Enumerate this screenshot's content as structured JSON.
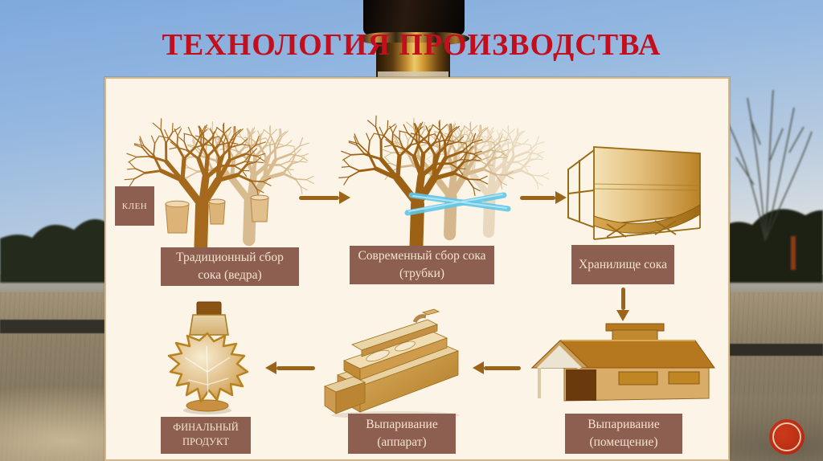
{
  "title": "ТЕХНОЛОГИЯ ПРОИЗВОДСТВА",
  "maple_tag": "КЛЕН",
  "flow": {
    "steps": [
      {
        "label": "Традиционный сбор сока (ведра)"
      },
      {
        "label": "Современный сбор сока (трубки)"
      },
      {
        "label": "Хранилище сока"
      },
      {
        "label": "Выпаривание (помещение)"
      },
      {
        "label": "Выпаривание (аппарат)"
      },
      {
        "label": "ФИНАЛЬНЫЙ ПРОДУКТ"
      }
    ]
  },
  "illustrations": [
    "trees-with-buckets",
    "trees-with-tubing",
    "sap-storage-tank",
    "sugarhouse-building",
    "evaporator-apparatus",
    "maple-leaf-bottle"
  ],
  "colors": {
    "title_red": "#c30f1d",
    "panel_bg": "#fcf4e6",
    "panel_border": "#d2b88c",
    "label_bg": "#8d5f50",
    "label_text": "#f5e3d1",
    "arrow_brown": "#9c6418",
    "tree_front": "#a5691d",
    "tree_back": "#d8bb8f",
    "tube_blue": "#5fc6e8",
    "logo_red": "#bf2e14"
  }
}
